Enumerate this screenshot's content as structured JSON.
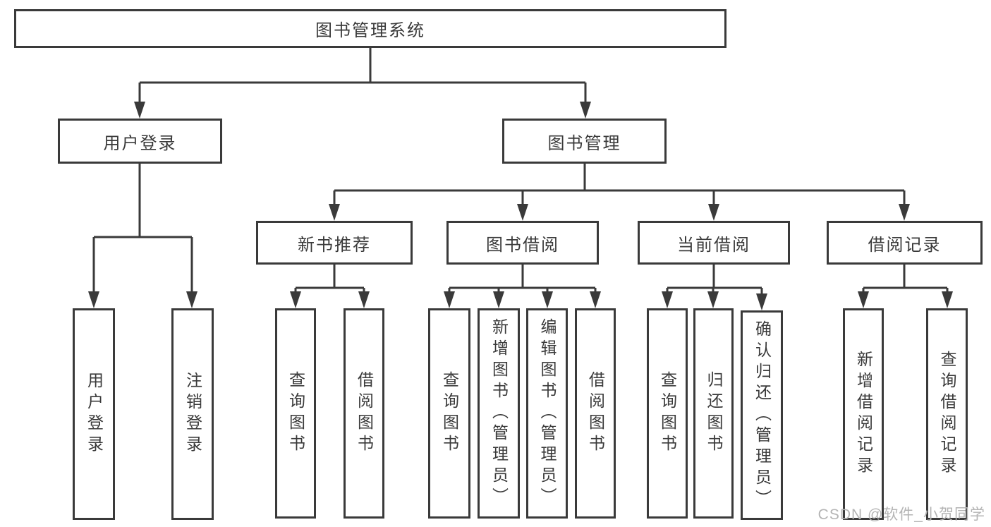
{
  "colors": {
    "line": "#3a3a3a",
    "box_border": "#3a3a3a",
    "text": "#3a3a3a",
    "watermark": "#b4b4b4",
    "background": "#ffffff"
  },
  "watermark": {
    "text": "CSDN @软件_小贺同学"
  },
  "tree": {
    "root": {
      "label": "图书管理系统",
      "children": [
        {
          "label": "用户登录",
          "children": [
            {
              "label": "用户登录"
            },
            {
              "label": "注销登录"
            }
          ]
        },
        {
          "label": "图书管理",
          "children": [
            {
              "label": "新书推荐",
              "children": [
                {
                  "label": "查询图书"
                },
                {
                  "label": "借阅图书"
                }
              ]
            },
            {
              "label": "图书借阅",
              "children": [
                {
                  "label": "查询图书"
                },
                {
                  "label": "新增图书（管理员）"
                },
                {
                  "label": "编辑图书（管理员）"
                },
                {
                  "label": "借阅图书"
                }
              ]
            },
            {
              "label": "当前借阅",
              "children": [
                {
                  "label": "查询图书"
                },
                {
                  "label": "归还图书"
                },
                {
                  "label": "确认归还（管理员）"
                }
              ]
            },
            {
              "label": "借阅记录",
              "children": [
                {
                  "label": "新增借阅记录"
                },
                {
                  "label": "查询借阅记录"
                }
              ]
            }
          ]
        }
      ]
    }
  }
}
